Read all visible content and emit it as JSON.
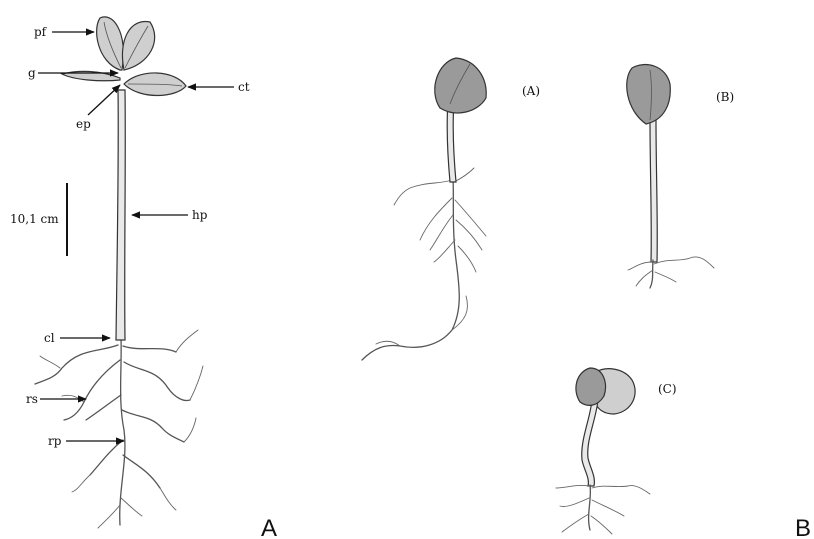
{
  "labels": {
    "pf": "pf",
    "g": "g",
    "ct": "ct",
    "ep": "ep",
    "hp": "hp",
    "cl": "cl",
    "rs": "rs",
    "rp": "rp",
    "scale": "10,1 cm"
  },
  "seedlings": {
    "a": "(A)",
    "b": "(B)",
    "c": "(C)"
  },
  "panels": {
    "left": "A",
    "right": "B"
  },
  "colors": {
    "ink": "#111111",
    "leaf_light": "#cfcfcf",
    "leaf_dark": "#9a9a9a"
  }
}
